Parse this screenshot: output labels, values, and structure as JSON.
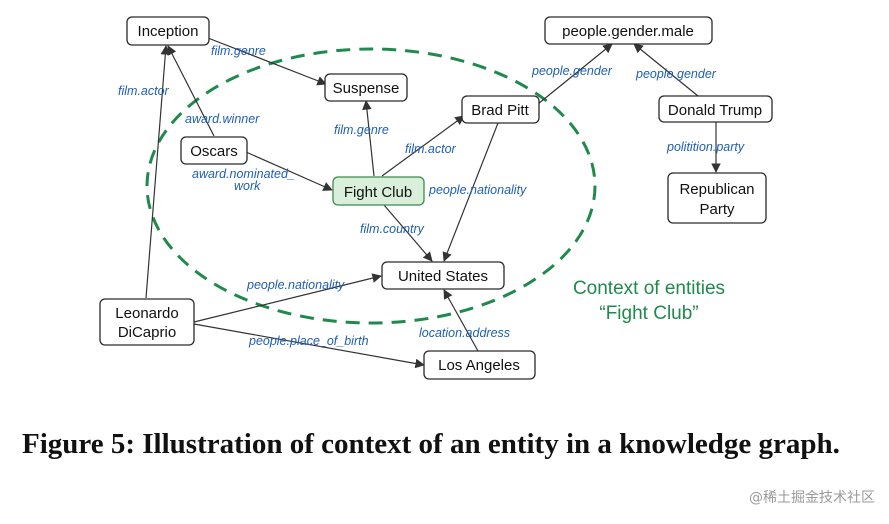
{
  "nodes": {
    "inception": "Inception",
    "suspense": "Suspense",
    "oscars": "Oscars",
    "fight_club": "Fight Club",
    "brad_pitt": "Brad Pitt",
    "united_states": "United States",
    "leonardo": [
      "Leonardo",
      "DiCaprio"
    ],
    "los_angeles": "Los Angeles",
    "gender_male": "people.gender.male",
    "donald_trump": "Donald Trump",
    "republican": [
      "Republican",
      "Party"
    ]
  },
  "edges": {
    "film_genre_inception": "film.genre",
    "film_actor_leo": "film.actor",
    "award_winner": "award.winner",
    "award_nominated": [
      "award.nominated_",
      "work"
    ],
    "film_genre_fc": "film.genre",
    "film_actor_bp": "film.actor",
    "people_nationality_bp": "people.nationality",
    "film_country": "film.country",
    "people_nationality_leo": "people.nationality",
    "people_place_of_birth": "people.place_of_birth",
    "location_address": "location.address",
    "people_gender_bp": "people.gender",
    "people_gender_dt": "people.gender",
    "politition_party": "politition.party"
  },
  "context_label": [
    "Context of entities",
    "“Fight Club”"
  ],
  "caption": "Figure 5: Illustration of context of an entity in a knowledge graph.",
  "watermark": "@稀土掘金技术社区",
  "colors": {
    "edge_label": "#1f5fb4",
    "context": "#1f8a4c",
    "highlight_fill": "#d9efd9"
  }
}
